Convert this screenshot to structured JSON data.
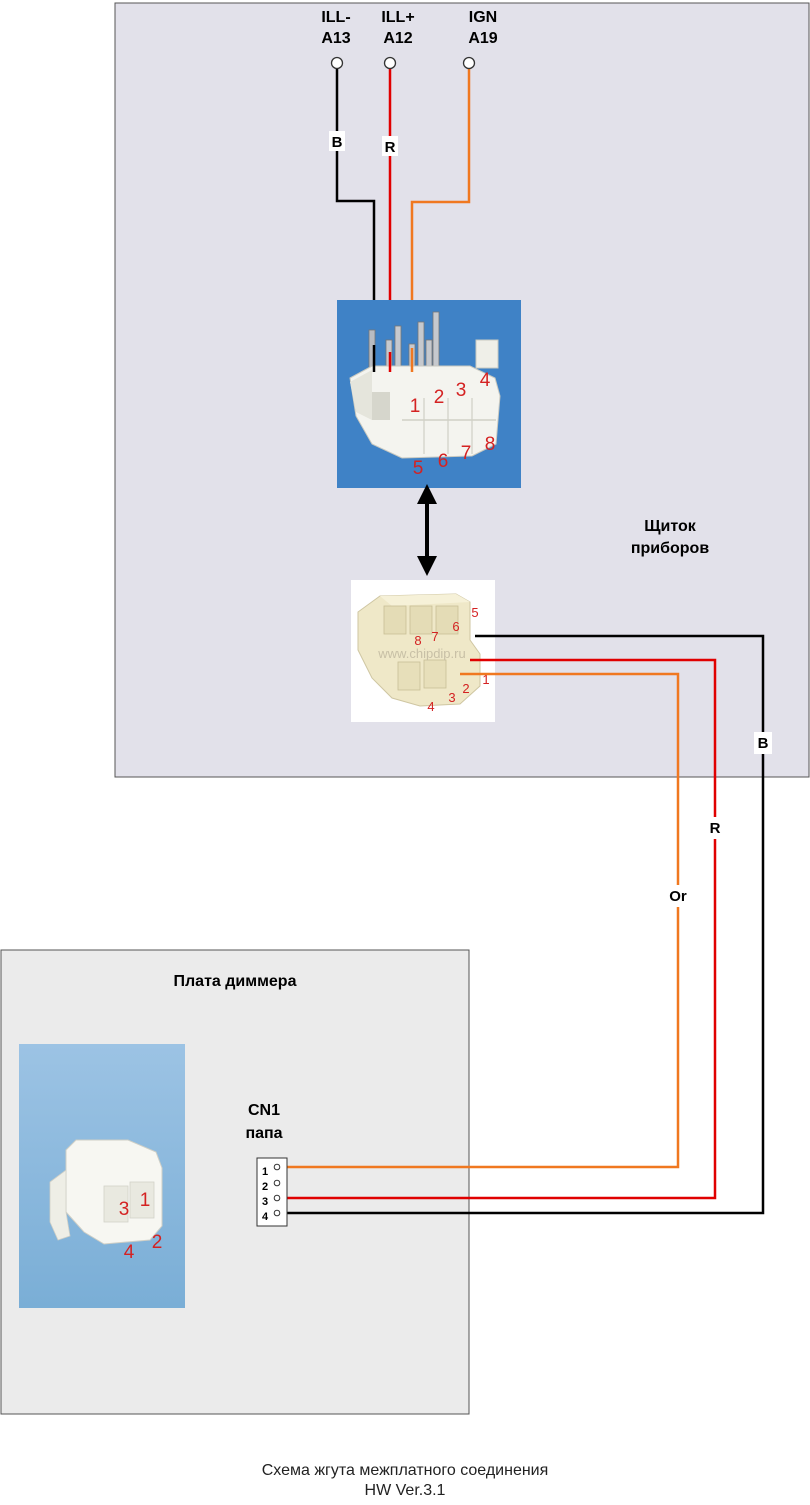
{
  "top_pins": [
    {
      "name": "ILL-",
      "code": "A13",
      "color": "#000000"
    },
    {
      "name": "ILL+",
      "code": "A12",
      "color": "#e00000"
    },
    {
      "name": "IGN",
      "code": "A19",
      "color": "#f07820"
    }
  ],
  "wire_labels": {
    "black": "B",
    "red": "R",
    "orange": "Or"
  },
  "panel_label": {
    "line1": "Щиток",
    "line2": "приборов"
  },
  "dimmer": {
    "title": "Плата диммера",
    "connector_name": "CN1",
    "connector_sub": "папа",
    "pins": [
      "1",
      "2",
      "3",
      "4"
    ],
    "photo_numbers": [
      "3",
      "1",
      "4",
      "2"
    ]
  },
  "connector_top_numbers": [
    "1",
    "2",
    "3",
    "4",
    "5",
    "6",
    "7",
    "8"
  ],
  "connector_mid_numbers": [
    "5",
    "6",
    "7",
    "8",
    "1",
    "2",
    "3",
    "4"
  ],
  "watermark": "www.chipdip.ru",
  "footer": {
    "line1": "Схема жгута межплатного соединения",
    "line2": "HW Ver.3.1"
  },
  "colors": {
    "black": "#000000",
    "red": "#e00000",
    "orange": "#f07820",
    "panel_bg": "#e2e1ea",
    "dimmer_bg": "#ebebeb",
    "photo_bg": "#3f82c6"
  }
}
